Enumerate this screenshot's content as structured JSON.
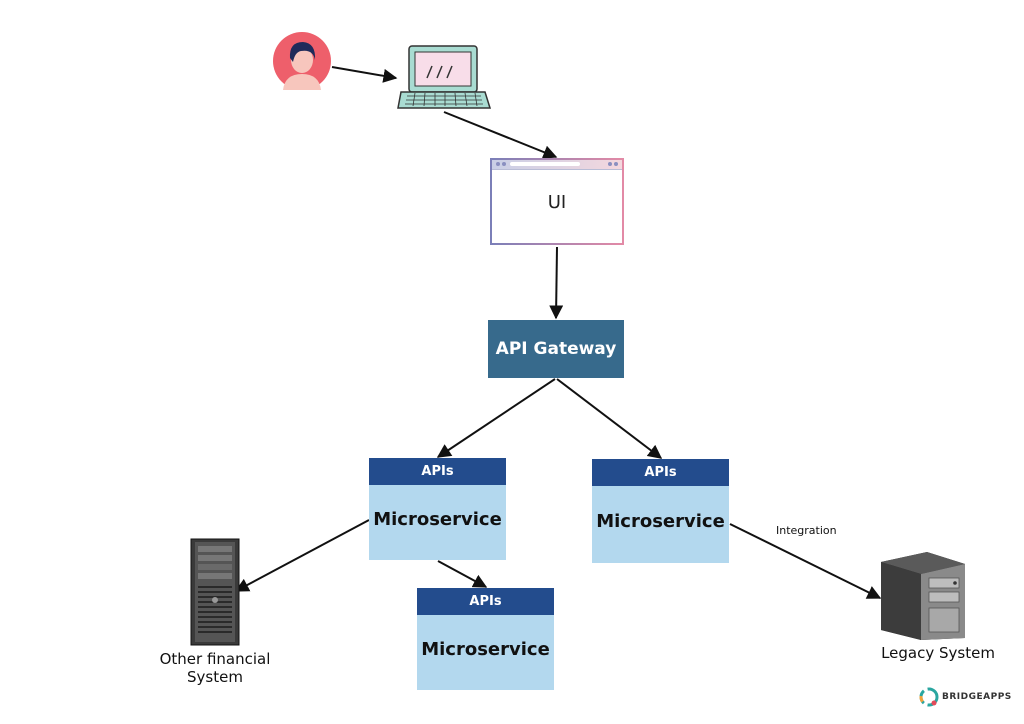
{
  "nodes": {
    "ui_label": "UI",
    "gateway_label": "API Gateway",
    "services": [
      {
        "header": "APIs",
        "label": "Microservice"
      },
      {
        "header": "APIs",
        "label": "Microservice"
      },
      {
        "header": "APIs",
        "label": "Microservice"
      }
    ],
    "other_system_label_line1": "Other financial",
    "other_system_label_line2": "System",
    "legacy_label": "Legacy System",
    "integration_label": "Integration"
  },
  "brand": {
    "name": "BRIDGEAPPS"
  },
  "colors": {
    "gateway": "#376a8c",
    "api_header": "#234c8d",
    "service_body": "#b3d8ee",
    "avatar": "#ee5f6b",
    "laptop": "#a9dcd2"
  },
  "icons": [
    "user-avatar-icon",
    "laptop-icon",
    "browser-window-icon",
    "server-tower-icon",
    "legacy-server-icon",
    "bridgeapps-logo-icon"
  ]
}
